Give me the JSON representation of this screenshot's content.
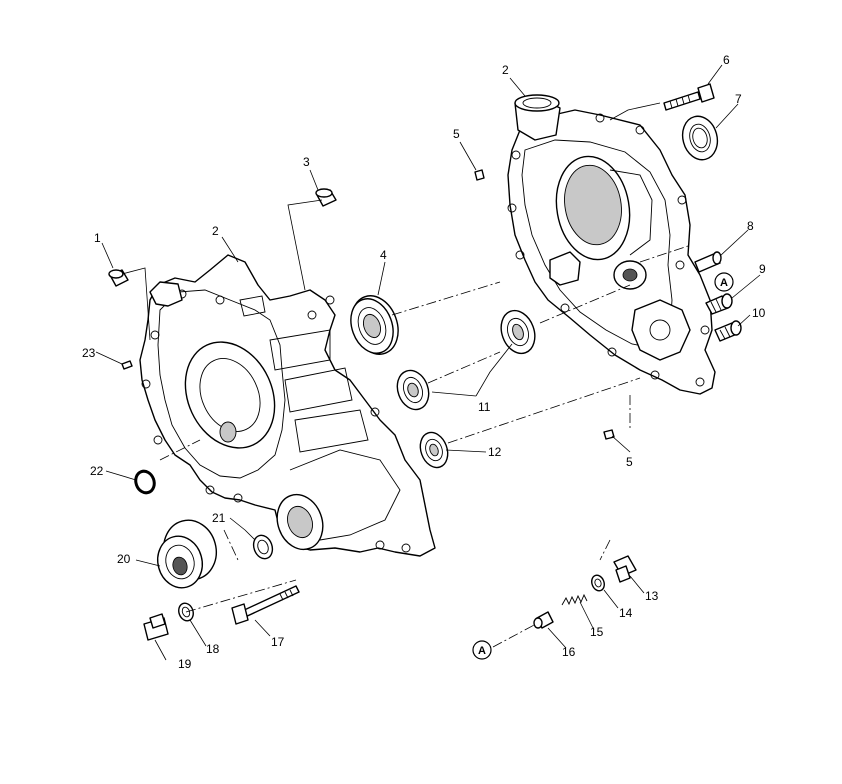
{
  "callouts": [
    {
      "id": "c1",
      "label": "1"
    },
    {
      "id": "c2a",
      "label": "2"
    },
    {
      "id": "c2b",
      "label": "2"
    },
    {
      "id": "c3",
      "label": "3"
    },
    {
      "id": "c4",
      "label": "4"
    },
    {
      "id": "c5a",
      "label": "5"
    },
    {
      "id": "c5b",
      "label": "5"
    },
    {
      "id": "c6",
      "label": "6"
    },
    {
      "id": "c7",
      "label": "7"
    },
    {
      "id": "c8",
      "label": "8"
    },
    {
      "id": "c9",
      "label": "9"
    },
    {
      "id": "c10",
      "label": "10"
    },
    {
      "id": "c11",
      "label": "11"
    },
    {
      "id": "c12",
      "label": "12"
    },
    {
      "id": "c13",
      "label": "13"
    },
    {
      "id": "c14",
      "label": "14"
    },
    {
      "id": "c15",
      "label": "15"
    },
    {
      "id": "c16",
      "label": "16"
    },
    {
      "id": "c17",
      "label": "17"
    },
    {
      "id": "c18",
      "label": "18"
    },
    {
      "id": "c19",
      "label": "19"
    },
    {
      "id": "c20",
      "label": "20"
    },
    {
      "id": "c21",
      "label": "21"
    },
    {
      "id": "c22",
      "label": "22"
    },
    {
      "id": "c23",
      "label": "23"
    }
  ],
  "reference_marks": [
    {
      "id": "refA1",
      "label": "A"
    },
    {
      "id": "refA2",
      "label": "A"
    }
  ]
}
